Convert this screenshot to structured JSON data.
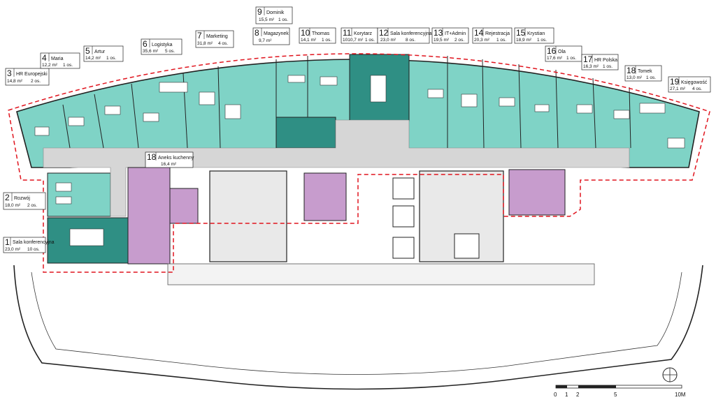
{
  "rooms": [
    {
      "num": "1",
      "name": "Sala konferencyjna",
      "area": "23,0 m²",
      "people": "10 os."
    },
    {
      "num": "2",
      "name": "Rozwój",
      "area": "18,0 m²",
      "people": "2 os."
    },
    {
      "num": "3",
      "name": "HR Europejski",
      "area": "14,8 m²",
      "people": "2 os."
    },
    {
      "num": "4",
      "name": "Maria",
      "area": "12,2 m²",
      "people": "1 os."
    },
    {
      "num": "5",
      "name": "Artur",
      "area": "14,2 m²",
      "people": "1 os."
    },
    {
      "num": "6",
      "name": "Logistyka",
      "area": "35,6 m²",
      "people": "5 os."
    },
    {
      "num": "7",
      "name": "Marketing",
      "area": "31,8 m²",
      "people": "4 os."
    },
    {
      "num": "8",
      "name": "Magazynek",
      "area": "9,7 m²",
      "people": ""
    },
    {
      "num": "9",
      "name": "Dominik",
      "area": "15,5 m²",
      "people": "1 os."
    },
    {
      "num": "10",
      "name": "Thomas",
      "area": "14,1 m²",
      "people": "1 os."
    },
    {
      "num": "11",
      "name": "Korytarz",
      "area": "1010,7 m²",
      "people": "1 os."
    },
    {
      "num": "12",
      "name": "Sala konferencyjna",
      "area": "23,0 m²",
      "people": "8 os."
    },
    {
      "num": "13",
      "name": "IT+Admin",
      "area": "19,5 m²",
      "people": "2 os."
    },
    {
      "num": "14",
      "name": "Rejestracja",
      "area": "20,3 m²",
      "people": "1 os."
    },
    {
      "num": "15",
      "name": "Krystian",
      "area": "18,9 m²",
      "people": "1 os."
    },
    {
      "num": "16",
      "name": "Ola",
      "area": "17,6 m²",
      "people": "1 os."
    },
    {
      "num": "17",
      "name": "HR Polska",
      "area": "16,3 m²",
      "people": "1 os."
    },
    {
      "num": "18",
      "name": "Tomek",
      "area": "13,0 m²",
      "people": "1 os."
    },
    {
      "num": "19",
      "name": "Księgowość",
      "area": "27,1 m²",
      "people": "4 os."
    },
    {
      "num": "18",
      "name": "Aneks kuchenny",
      "area": "16,4 m²",
      "people": ""
    }
  ],
  "scale": {
    "ticks": [
      "0",
      "1",
      "2",
      "5",
      "10M"
    ]
  },
  "colors": {
    "office": "#7fd3c6",
    "office_dark": "#2f8f84",
    "service": "#c79ccd",
    "corridor": "#d6d6d6",
    "boundary": "#e0141e",
    "wall": "#222222"
  },
  "icons": {
    "north_arrow": "north-arrow-icon"
  }
}
